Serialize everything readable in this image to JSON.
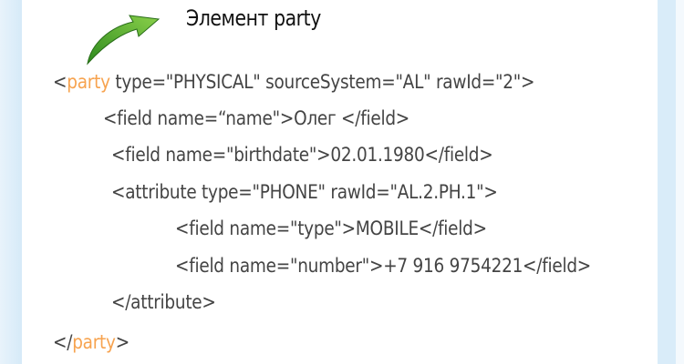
{
  "title": "Элемент party",
  "colors": {
    "tag_highlight": "#f7a34f",
    "text": "#444444",
    "arrow": "#3fa82a"
  },
  "code": {
    "l1_open": "<",
    "l1_tag": "party",
    "l1_rest": " type=\"PHYSICAL\" sourceSystem=\"AL\" rawId=\"2\">",
    "l2": "<field name=“name\">Олег </field>",
    "l3": "<field name=\"birthdate\">02.01.1980</field>",
    "l4": "<attribute type=\"PHONE\" rawId=\"AL.2.PH.1\">",
    "l5": "<field name=\"type\">MOBILE</field>",
    "l6": "<field name=\"number\">+7 916 9754221</field>",
    "l7": "</attribute>",
    "l8_open": "</",
    "l8_tag": "party",
    "l8_close": ">"
  }
}
